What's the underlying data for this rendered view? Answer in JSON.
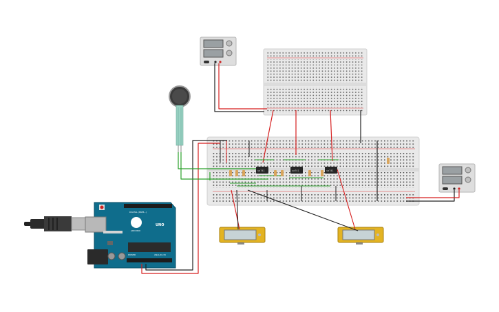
{
  "arduino": {
    "brand": "ARDUINO",
    "model": "UNO",
    "header_labels": [
      "DIGITAL (PWM~)",
      "POWER",
      "ANALOG IN"
    ]
  },
  "chips": [
    {
      "label": "ua741"
    },
    {
      "label": "ua741"
    },
    {
      "label": "ua741"
    }
  ],
  "colors": {
    "wire_red": "#d61f1f",
    "wire_black": "#222222",
    "wire_green": "#2aa02a",
    "board_blue": "#0f6d8c",
    "breadboard": "#e9e9e9",
    "lcd_frame": "#e3b322"
  },
  "components": {
    "power_supply_1": "power-supply",
    "power_supply_2": "power-supply",
    "force_sensor": "force-sensitive-resistor",
    "lcd_1": "lcd-meter",
    "lcd_2": "lcd-meter",
    "usb_cable": "usb-cable"
  }
}
